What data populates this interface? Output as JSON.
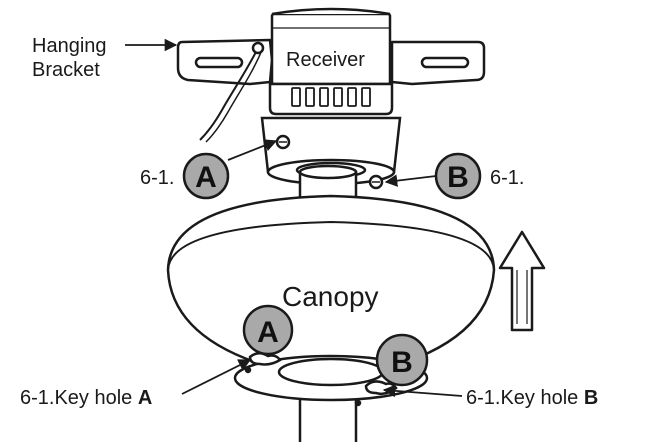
{
  "labels": {
    "hanging_bracket_line1": "Hanging",
    "hanging_bracket_line2": "Bracket",
    "receiver": "Receiver",
    "step_a_prefix": "6-1.",
    "step_b_suffix": "6-1.",
    "canopy": "Canopy",
    "keyhole_a_prefix": "6-1.Key hole ",
    "keyhole_a_letter": "A",
    "keyhole_b_prefix": "6-1.Key hole ",
    "keyhole_b_letter": "B",
    "marker_a": "A",
    "marker_b": "B"
  },
  "colors": {
    "line": "#1a1a1a",
    "marker_fill": "#a9a9a9",
    "background": "#ffffff"
  }
}
